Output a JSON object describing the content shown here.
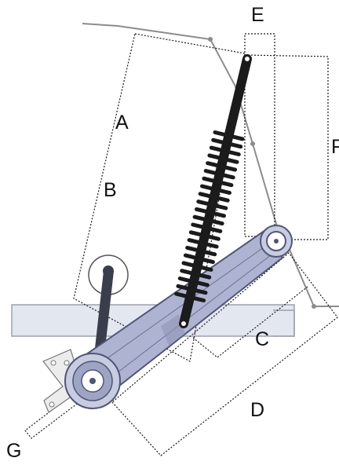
{
  "labels": {
    "a": "A",
    "b": "B",
    "c": "C",
    "d": "D",
    "e": "E",
    "f": "F",
    "g": "G"
  },
  "colors": {
    "arm_fill": "#aeb3d2",
    "arm_stroke": "#4f5676",
    "shock": "#1b1b1b",
    "frame_line": "#8c8c8c",
    "ground_fill": "#e3e7ef",
    "dotted": "#1a1a1a"
  }
}
